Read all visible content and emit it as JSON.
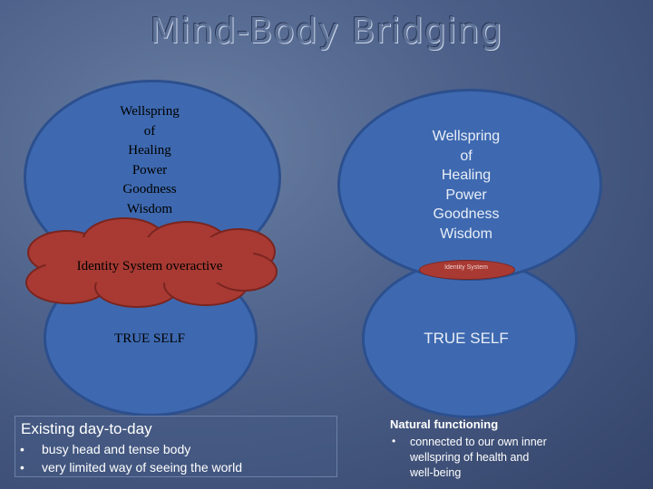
{
  "title": "Mind-Body Bridging",
  "left": {
    "wellspring_lines": [
      "Wellspring",
      "of",
      "Healing",
      "Power",
      "Goodness",
      "Wisdom"
    ],
    "identity_label": "Identity System overactive",
    "true_self": "TRUE SELF"
  },
  "right": {
    "wellspring_lines": [
      "Wellspring",
      "of",
      "Healing",
      "Power",
      "Goodness",
      "Wisdom"
    ],
    "identity_label": "Identity System",
    "true_self": "TRUE SELF"
  },
  "existing": {
    "heading": "Existing day-to-day",
    "bullets": [
      "busy head and tense body",
      "very limited way of seeing the world"
    ]
  },
  "natural": {
    "heading": "Natural functioning",
    "bullets_lines": [
      "connected to our own inner",
      "wellspring of health and",
      "well-being"
    ]
  }
}
